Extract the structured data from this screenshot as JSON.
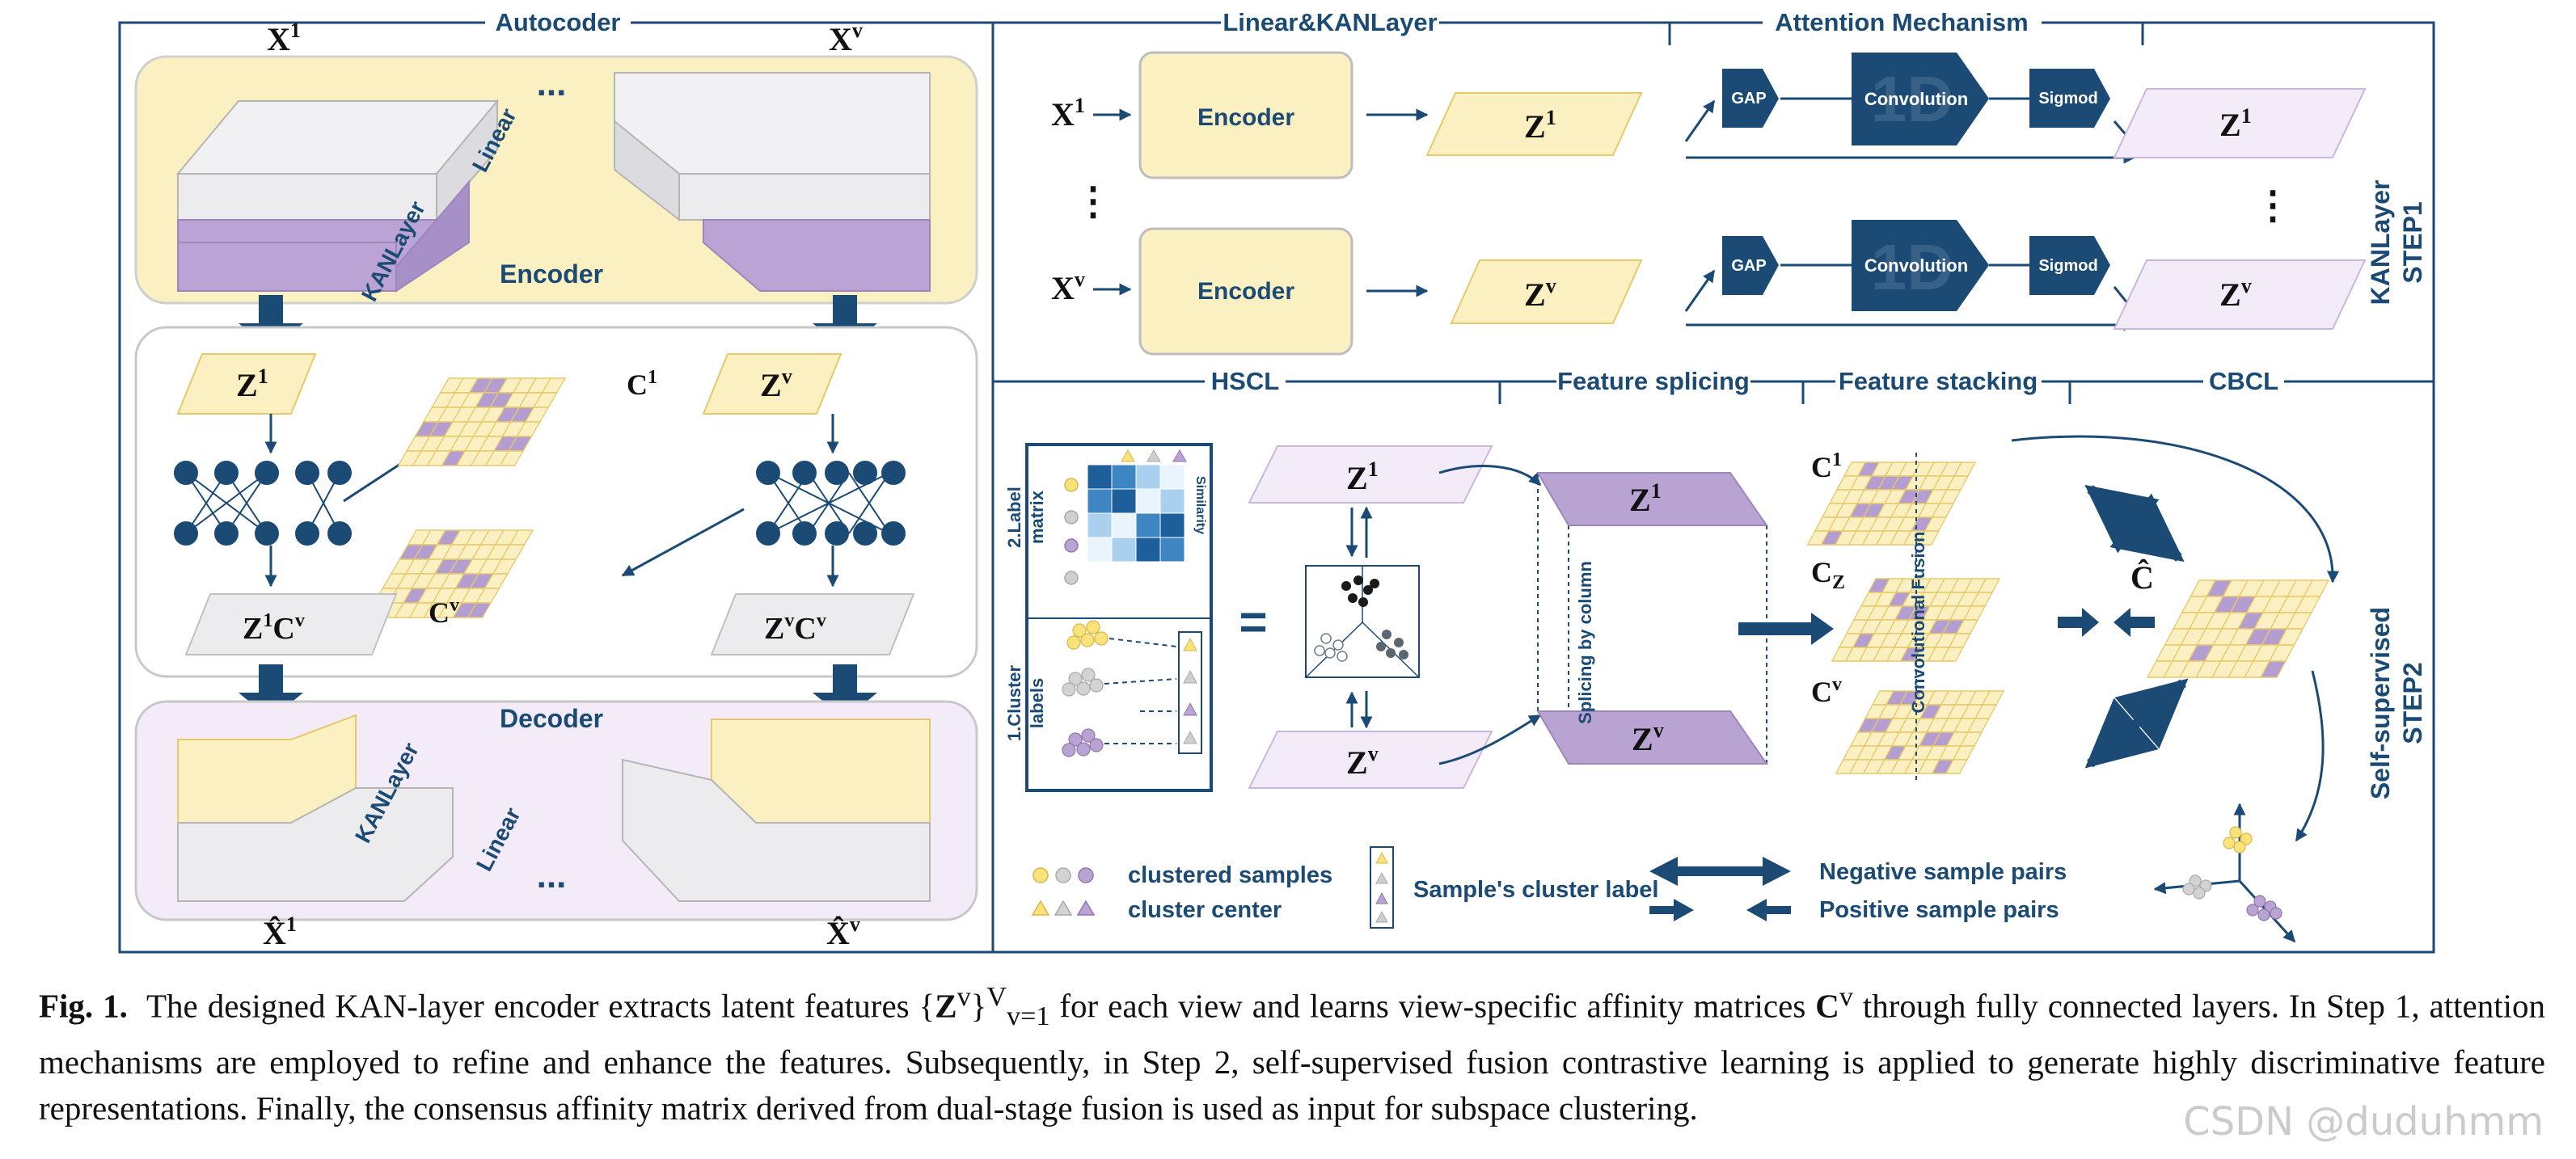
{
  "sections": {
    "autocoder": "Autocoder",
    "linear_kan": "Linear&KANLayer",
    "attention": "Attention Mechanism",
    "hscl": "HSCL",
    "feature_splicing": "Feature splicing",
    "feature_stacking": "Feature stacking",
    "cbcl": "CBCL"
  },
  "side_labels": {
    "step1_a": "KANLayer",
    "step1_b": "STEP1",
    "step2_a": "Self-supervised",
    "step2_b": "STEP2"
  },
  "autocoder": {
    "x1": "X",
    "x1_sup": "1",
    "xv": "X",
    "xv_sup": "v",
    "ellipsis": "...",
    "linear": "Linear",
    "kanlayer": "KANLayer",
    "encoder": "Encoder",
    "decoder": "Decoder",
    "z1": "Z",
    "z1_sup": "1",
    "zv": "Z",
    "zv_sup": "v",
    "c1": "C",
    "c1_sup": "1",
    "cv": "C",
    "cv_sup": "v",
    "z1cv": "Z",
    "z1cv_a": "1",
    "z1cv_b": "C",
    "z1cv_c": "v",
    "zvcv": "Z",
    "zvcv_a": "v",
    "zvcv_b": "C",
    "zvcv_c": "v",
    "xhat1": "X̂",
    "xhat1_sup": "1",
    "xhatv": "X̂",
    "xhatv_sup": "v",
    "dec_kanlayer": "KANLayer",
    "dec_linear": "Linear",
    "dec_ellipsis": "..."
  },
  "step1": {
    "x1": "X",
    "x1_sup": "1",
    "xv": "X",
    "xv_sup": "v",
    "encoder1": "Encoder",
    "encoder2": "Encoder",
    "z1": "Z",
    "z1_sup": "1",
    "zv": "Z",
    "zv_sup": "v",
    "gap1": "GAP",
    "gap2": "GAP",
    "conv1": "Convolution",
    "conv2": "Convolution",
    "conv_bg": "1D",
    "sigmod1": "Sigmod",
    "sigmod2": "Sigmod",
    "out_z1": "Z",
    "out_z1_sup": "1",
    "out_zv": "Z",
    "out_zv_sup": "v",
    "vdots": "⋮"
  },
  "step2": {
    "label_matrix_1": "2.Label",
    "label_matrix_2": "matrix",
    "cluster_labels_1": "1.Cluster",
    "cluster_labels_2": "labels",
    "similarity": "Similarity",
    "equals": "=",
    "z1": "Z",
    "z1_sup": "1",
    "zv": "Z",
    "zv_sup": "v",
    "splice_z1": "Z",
    "splice_z1_sup": "1",
    "splice_zv": "Z",
    "splice_zv_sup": "v",
    "splicing_by_column": "Splicing by column",
    "c1": "C",
    "c1_sup": "1",
    "cz": "C",
    "cz_sub": "Z",
    "cv": "C",
    "cv_sup": "v",
    "conv_fusion": "Convolutional Fusion",
    "chat": "Ĉ"
  },
  "legend": {
    "clustered_samples": "clustered samples",
    "cluster_center": "cluster center",
    "sample_cluster_label": "Sample's cluster label",
    "negative_pairs": "Negative sample pairs",
    "positive_pairs": "Positive sample pairs"
  },
  "caption": {
    "fig_label": "Fig. 1.",
    "part1": "The designed KAN-layer encoder extracts latent features {",
    "zv": "Z",
    "zv_sup": "v",
    "part2": "}",
    "range_sup": "V",
    "range_sub": "v=1",
    "part3": " for each view and learns view-specific affinity matrices ",
    "cv": "C",
    "cv_sup": "v",
    "part4": " through fully connected layers. In Step 1, attention mechanisms are employed to refine and enhance the features. Subsequently, in Step 2, self-supervised fusion contrastive learning is applied to generate highly discriminative feature representations. Finally, the consensus affinity matrix derived from dual-stage fusion is used as input for subspace clustering."
  },
  "watermark": "CSDN @duduhmm",
  "colors": {
    "navy": "#1b4b75",
    "yellow": "#fbf0c2",
    "yellow_border": "#e8c96a",
    "purple": "#b9a3d3",
    "light_purple": "#f3ecf8",
    "grey": "#e9e9ec",
    "matrix_purple": "#b49dd0"
  }
}
